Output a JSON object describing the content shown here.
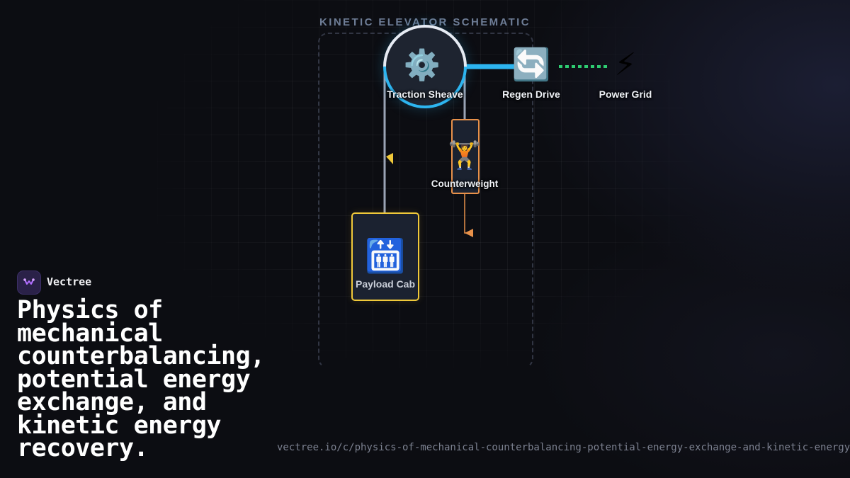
{
  "diagram": {
    "title": "KINETIC ELEVATOR SCHEMATIC",
    "nodes": {
      "sheave": {
        "label": "Traction Sheave",
        "icon": "⚙️",
        "icon_name": "gear-icon"
      },
      "regen": {
        "label": "Regen Drive",
        "icon": "🔄",
        "icon_name": "cycle-arrows-icon"
      },
      "grid": {
        "label": "Power Grid",
        "icon": "⚡",
        "icon_name": "lightning-icon"
      },
      "counterweight": {
        "label": "Counterweight",
        "icon": "🏋️",
        "icon_name": "weightlifter-icon"
      },
      "cab": {
        "label": "Payload Cab",
        "icon": "🛗",
        "icon_name": "elevator-icon"
      }
    },
    "colors": {
      "cable": "#9aa4b5",
      "drive_link": "#2db5f0",
      "power_link": "#2ecc71",
      "cab_accent": "#f0c93a",
      "counterweight_accent": "#e8914a"
    }
  },
  "brand": {
    "name": "Vectree"
  },
  "headline": "Physics of mechanical counterbalancing, potential energy exchange, and kinetic energy recovery.",
  "url": "vectree.io/c/physics-of-mechanical-counterbalancing-potential-energy-exchange-and-kinetic-energy"
}
